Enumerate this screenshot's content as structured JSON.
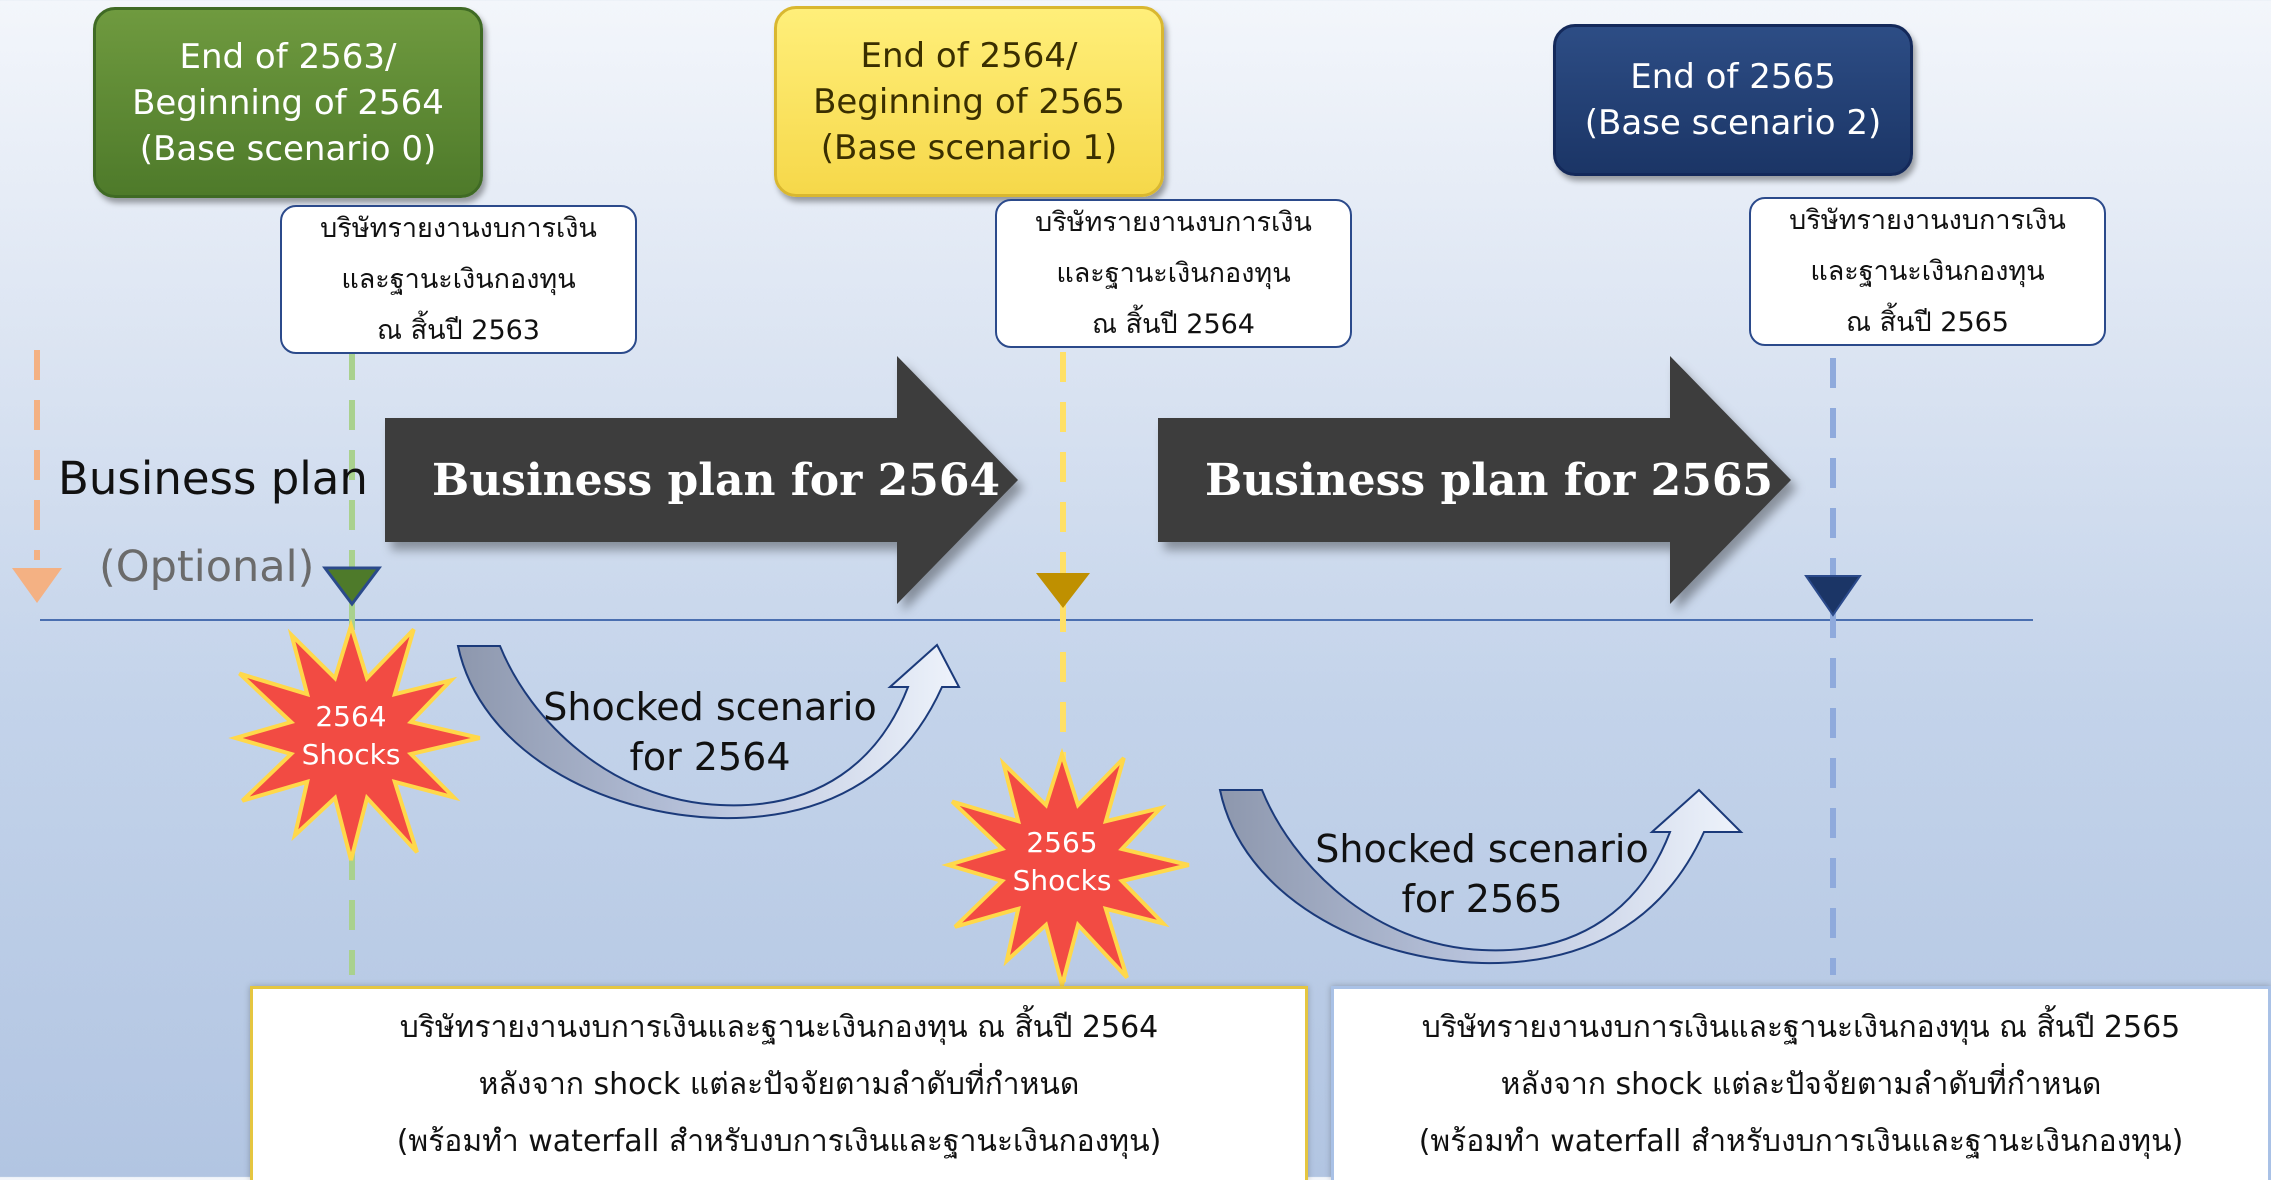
{
  "headers": {
    "g1": "End of 2563/\nBeginning of 2564\n(Base scenario 0)",
    "g2": "End of 2564/\nBeginning of 2565\n(Base scenario 1)",
    "g3": "End of 2565\n(Base scenario 2)"
  },
  "notes": {
    "n1": "บริษัทรายงานงบการเงิน\nและฐานะเงินกองทุน\nณ สิ้นปี 2563",
    "n2": "บริษัทรายงานงบการเงิน\nและฐานะเงินกองทุน\nณ สิ้นปี 2564",
    "n3": "บริษัทรายงานงบการเงิน\nและฐานะเงินกองทุน\nณ สิ้นปี 2565"
  },
  "business_plan_label": "Business plan",
  "optional_label": "(Optional)",
  "arrows": {
    "a1": "Business plan for 2564",
    "a2": "Business plan for 2565"
  },
  "shocks": {
    "s1": "2564\nShocks",
    "s2": "2565\nShocks"
  },
  "shocked_scenarios": {
    "c1": "Shocked scenario\nfor 2564",
    "c2": "Shocked scenario\nfor 2565"
  },
  "bottom": {
    "b1": "บริษัทรายงานงบการเงินและฐานะเงินกองทุน ณ สิ้นปี 2564\nหลังจาก shock แต่ละปัจจัยตามลำดับที่กำหนด\n(พร้อมทำ waterfall สำหรับงบการเงินและฐานะเงินกองทุน)",
    "b2": "บริษัทรายงานงบการเงินและฐานะเงินกองทุน ณ สิ้นปี 2565\nหลังจาก shock แต่ละปัจจัยตามลำดับที่กำหนด\n(พร้อมทำ waterfall สำหรับงบการเงินและฐานะเงินกองทุน)"
  },
  "colors": {
    "green": "#4e7a2a",
    "yellow": "#f6d84a",
    "navy": "#1b3566",
    "orange": "#f4b183",
    "arrow_dark": "#3c3c3c",
    "shock_red": "#f24b43",
    "shock_edge": "#ffd84a"
  }
}
